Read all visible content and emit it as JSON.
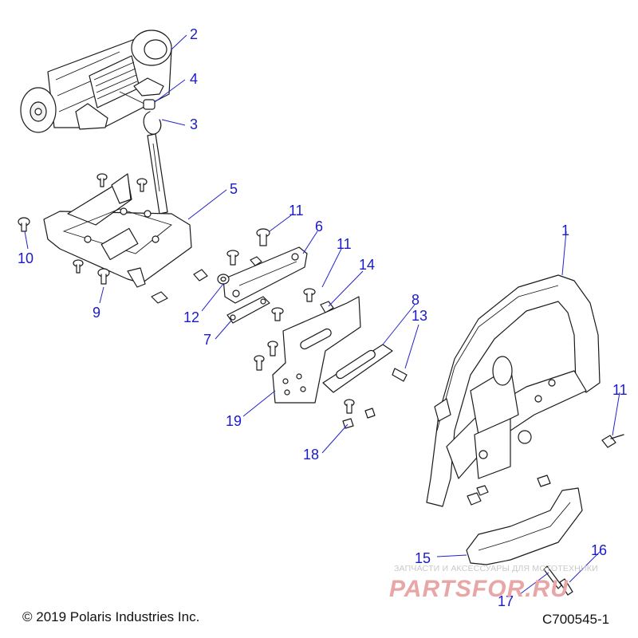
{
  "callouts": [
    {
      "label": "1"
    },
    {
      "label": "2"
    },
    {
      "label": "3"
    },
    {
      "label": "4"
    },
    {
      "label": "5"
    },
    {
      "label": "6"
    },
    {
      "label": "7"
    },
    {
      "label": "8"
    },
    {
      "label": "9"
    },
    {
      "label": "10"
    },
    {
      "label": "11"
    },
    {
      "label": "11"
    },
    {
      "label": "11"
    },
    {
      "label": "12"
    },
    {
      "label": "13"
    },
    {
      "label": "14"
    },
    {
      "label": "15"
    },
    {
      "label": "16"
    },
    {
      "label": "17"
    },
    {
      "label": "18"
    },
    {
      "label": "19"
    }
  ],
  "footer": {
    "copyright": "© 2019 Polaris Industries Inc.",
    "diagram_code": "C700545-1"
  },
  "watermark": {
    "tagline": "ЗАПЧАСТИ И АКСЕССУАРЫ ДЛЯ МОТОТЕХНИКИ",
    "brand": "PARTSFOR.RU"
  },
  "colors": {
    "callout_text": "#1a1acc",
    "leader_line": "#2222cc",
    "line_art": "#1a1a1a",
    "watermark_brand": "#e8a6a6"
  }
}
